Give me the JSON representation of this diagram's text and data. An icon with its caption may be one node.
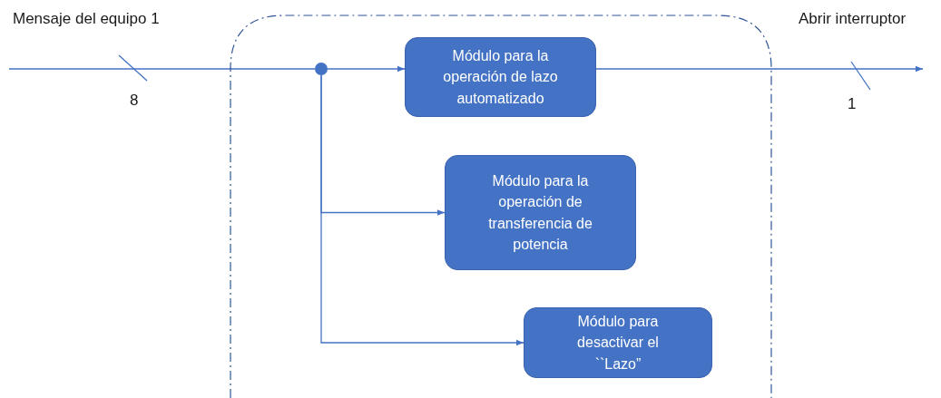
{
  "diagram": {
    "nodes": [
      {
        "text": [],
        "shape": "box"
      },
      {
        "text": [],
        "shape": "circle",
        "in": 0
      },
      {
        "text": [
          "Módulo para la operación de lazo automatizado"
        ],
        "in": 0
      },
      {
        "text": [
          "Módulo para la operación de transferencia de potencia"
        ],
        "in": 0
      },
      {
        "text": [
          "Módulo para desactivar el ``Lazo”"
        ],
        "in": 0
      }
    ],
    "edges": [
      {
        "from": null,
        "to": 1,
        "arrow": "none"
      },
      {
        "from": 1,
        "to": 2,
        "arrow": "to"
      },
      {
        "from": 1,
        "to": 3,
        "arrow": "to"
      },
      {
        "from": 1,
        "to": 4,
        "arrow": "to"
      },
      {
        "from": 2,
        "to": null,
        "arrow": "to"
      }
    ],
    "labels": [
      "Mensaje del equipo 1",
      "Abrir interruptor",
      "8",
      "1"
    ]
  }
}
